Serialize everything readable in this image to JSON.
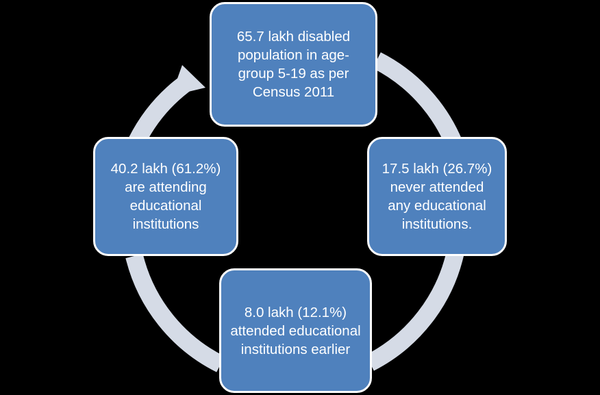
{
  "colors": {
    "background": "#000000",
    "node_fill": "#4f81bd",
    "node_border": "#ffffff",
    "ring": "#d5dbe6",
    "text": "#ffffff"
  },
  "nodes": {
    "top": "65.7 lakh disabled population in age-group 5-19 as per Census 2011",
    "right": "17.5 lakh (26.7%) never attended any educational institutions.",
    "bottom": "8.0 lakh (12.1%) attended educational institutions earlier",
    "left": "40.2 lakh (61.2%) are attending educational institutions"
  },
  "arrow": {
    "direction": "clockwise"
  }
}
